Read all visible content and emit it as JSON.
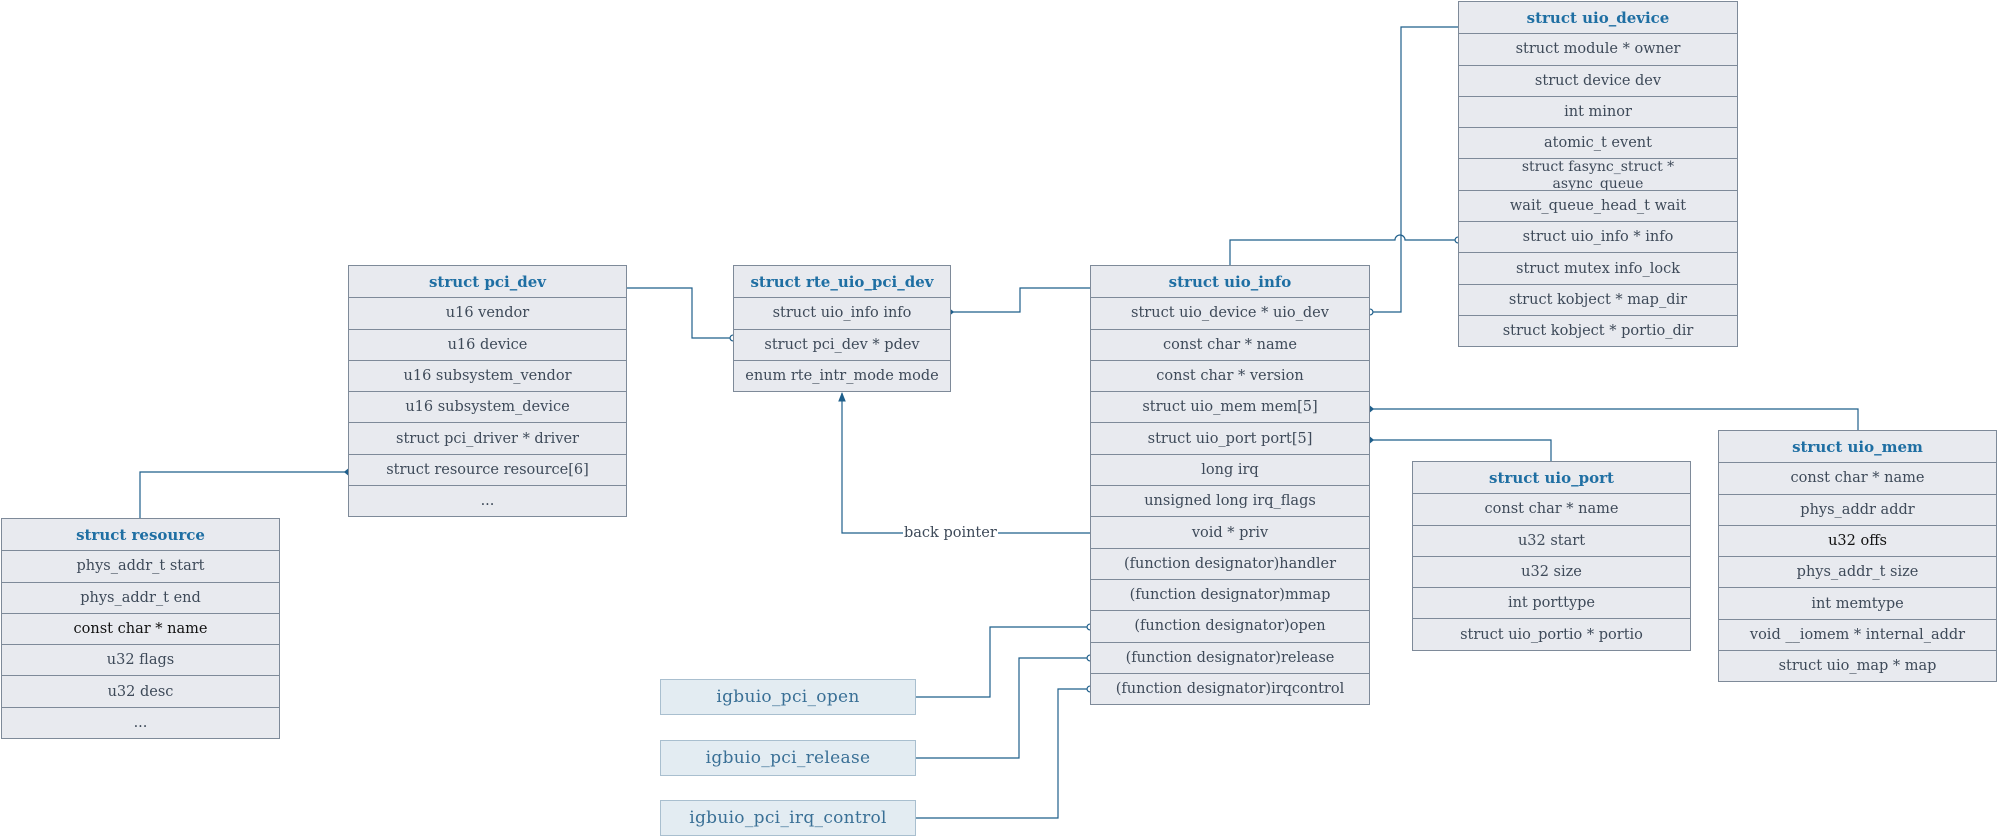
{
  "structs": {
    "pci_dev": {
      "title": "struct pci_dev",
      "fields": [
        "u16 vendor",
        "u16 device",
        "u16 subsystem_vendor",
        "u16 subsystem_device",
        "struct pci_driver * driver",
        "struct resource resource[6]",
        "..."
      ]
    },
    "resource": {
      "title": "struct resource",
      "fields": [
        "phys_addr_t start",
        "phys_addr_t end",
        "const char * name",
        "u32 flags",
        "u32 desc",
        "..."
      ]
    },
    "rte_uio_pci_dev": {
      "title": "struct rte_uio_pci_dev",
      "fields": [
        "struct uio_info info",
        "struct pci_dev * pdev",
        "enum rte_intr_mode mode"
      ]
    },
    "uio_info": {
      "title": "struct uio_info",
      "fields": [
        "struct uio_device * uio_dev",
        "const char * name",
        "const char * version",
        "struct uio_mem mem[5]",
        "struct uio_port port[5]",
        "long irq",
        "unsigned long irq_flags",
        "void * priv",
        "(function designator)handler",
        "(function designator)mmap",
        "(function designator)open",
        "(function designator)release",
        "(function designator)irqcontrol"
      ]
    },
    "uio_device": {
      "title": "struct uio_device",
      "fields": [
        "struct module * owner",
        "struct device dev",
        "int minor",
        "atomic_t event",
        "struct fasync_struct *\nasync_queue",
        "wait_queue_head_t wait",
        "struct uio_info * info",
        "struct mutex info_lock",
        "struct kobject * map_dir",
        "struct kobject * portio_dir"
      ]
    },
    "uio_port": {
      "title": "struct uio_port",
      "fields": [
        "const char * name",
        "u32 start",
        "u32 size",
        "int porttype",
        "struct uio_portio * portio"
      ]
    },
    "uio_mem": {
      "title": "struct uio_mem",
      "fields": [
        "const char * name",
        "phys_addr addr",
        "u32 offs",
        "phys_addr_t size",
        "int memtype",
        "void __iomem * internal_addr",
        "struct uio_map * map"
      ]
    }
  },
  "functions": {
    "open": "igbuio_pci_open",
    "release": "igbuio_pci_release",
    "irq_control": "igbuio_pci_irq_control"
  },
  "labels": {
    "back_pointer": "back pointer"
  },
  "colors": {
    "box_fill": "#e8eaef",
    "box_border": "#7e8a99",
    "title_text": "#1f6fa3",
    "connector": "#1f5f8b",
    "function_fill": "#e3ecf2",
    "function_text": "#3a7096"
  }
}
